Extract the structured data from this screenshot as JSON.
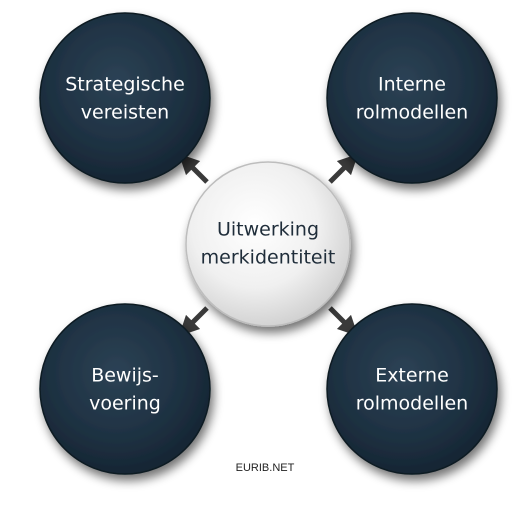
{
  "center": {
    "line1": "Uitwerking",
    "line2": "merkidentiteit"
  },
  "top_left": {
    "line1": "Strategische",
    "line2": "vereisten"
  },
  "top_right": {
    "line1": "Interne",
    "line2": "rolmodellen"
  },
  "bottom_left": {
    "line1": "Bewijs-",
    "line2": "voering"
  },
  "bottom_right": {
    "line1": "Externe",
    "line2": "rolmodellen"
  },
  "credit": "EURIB.NET",
  "colors": {
    "outer_circle": "#1c2e3d",
    "center_circle": "#ececec",
    "arrow": "#3a3a3a"
  }
}
